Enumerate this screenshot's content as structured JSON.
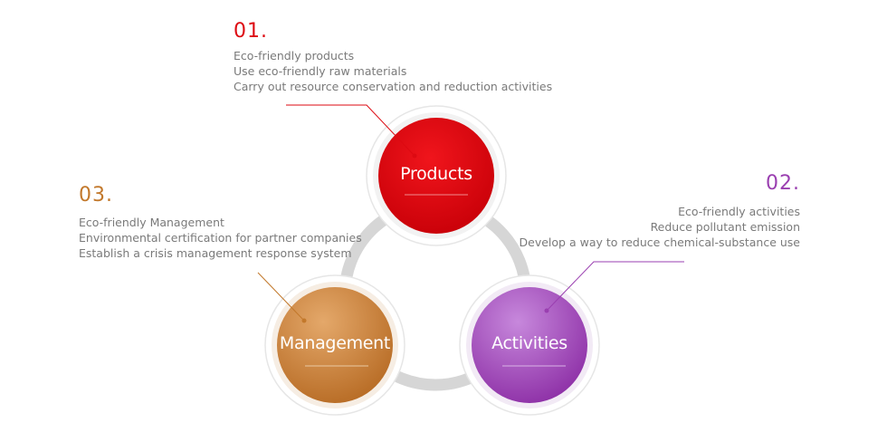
{
  "items": [
    {
      "number": "01.",
      "title": "Products",
      "lines": [
        "Eco-friendly products",
        "Use eco-friendly raw materials",
        "Carry out resource conservation and reduction activities"
      ]
    },
    {
      "number": "02.",
      "title": "Activities",
      "lines": [
        "Eco-friendly activities",
        "Reduce pollutant emission",
        "Develop a way to reduce chemical-substance use"
      ]
    },
    {
      "number": "03.",
      "title": "Management",
      "lines": [
        "Eco-friendly Management",
        "Environmental certification for partner companies",
        "Establish a crisis management response system"
      ]
    }
  ],
  "colors": {
    "products": "#dd0a12",
    "activities": "#9a3fb0",
    "management": "#c2782b",
    "ring": "#d6d6d6"
  }
}
